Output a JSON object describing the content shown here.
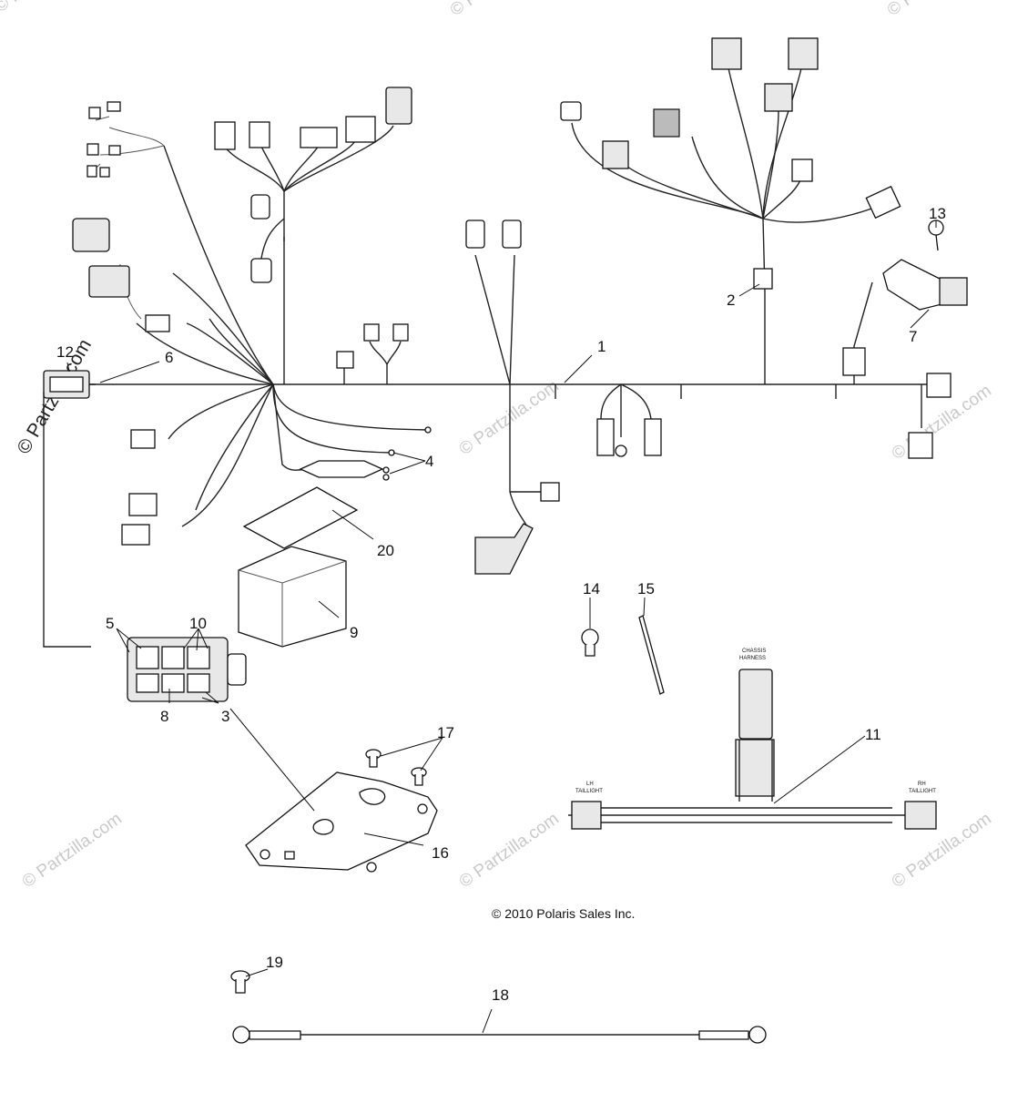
{
  "callouts": [
    {
      "id": "1",
      "text": "1"
    },
    {
      "id": "2",
      "text": "2"
    },
    {
      "id": "3",
      "text": "3"
    },
    {
      "id": "4",
      "text": "4"
    },
    {
      "id": "5",
      "text": "5"
    },
    {
      "id": "6",
      "text": "6"
    },
    {
      "id": "7",
      "text": "7"
    },
    {
      "id": "8",
      "text": "8"
    },
    {
      "id": "9",
      "text": "9"
    },
    {
      "id": "10",
      "text": "10"
    },
    {
      "id": "11",
      "text": "11"
    },
    {
      "id": "12",
      "text": "12"
    },
    {
      "id": "13",
      "text": "13"
    },
    {
      "id": "14",
      "text": "14"
    },
    {
      "id": "15",
      "text": "15"
    },
    {
      "id": "16",
      "text": "16"
    },
    {
      "id": "17",
      "text": "17"
    },
    {
      "id": "18",
      "text": "18"
    },
    {
      "id": "19",
      "text": "19"
    },
    {
      "id": "20",
      "text": "20"
    }
  ],
  "copyright": "© 2010 Polaris Sales Inc.",
  "watermark": "© Partzilla.com",
  "labels": {
    "chassis_harness_1": "CHASSIS",
    "chassis_harness_2": "HARNESS",
    "lh_taillight_1": "LH",
    "lh_taillight_2": "TAILLIGHT",
    "rh_taillight_1": "RH",
    "rh_taillight_2": "TAILLIGHT"
  }
}
